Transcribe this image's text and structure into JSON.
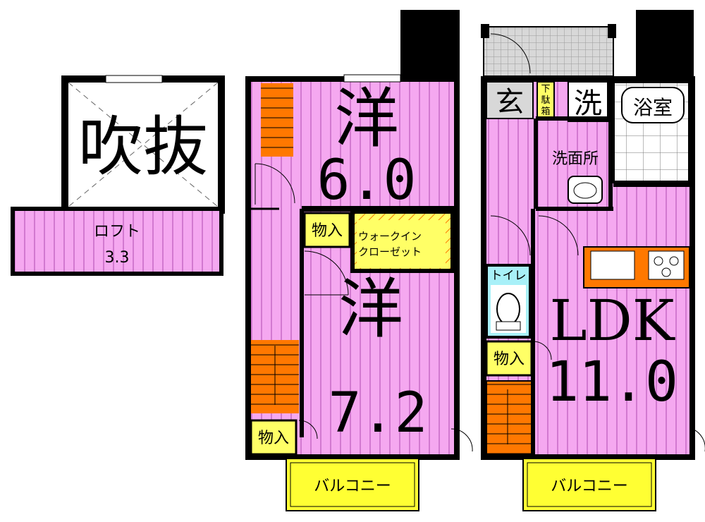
{
  "colors": {
    "room": "#f5a8f0",
    "stripe": "#b04ab0",
    "wall": "#000000",
    "stair": "#ff7800",
    "storage": "#ffff66",
    "balcony": "#ffff33",
    "tile": "#d8d8d8",
    "bath": "#ffffff",
    "counter": "#ff7800"
  },
  "loft": {
    "void_label": "吹抜",
    "loft_label": "ロフト",
    "loft_area": "3.3"
  },
  "floor2": {
    "room1_kanji": "洋",
    "room1_area": "6.0",
    "room2_kanji": "洋",
    "room2_area": "7.2",
    "storage1": "物入",
    "walkin_line1": "ウォークイン",
    "walkin_line2": "クローゼット",
    "storage2": "物入",
    "balcony": "バルコニー"
  },
  "floor1": {
    "entrance": "玄",
    "shoe_box_line1": "下",
    "shoe_box_line2": "駄",
    "shoe_box_line3": "箱",
    "laundry": "洗",
    "bath": "浴室",
    "washroom": "洗面所",
    "toilet": "トイレ",
    "storage": "物入",
    "ldk": "LDK",
    "ldk_area": "11.0",
    "balcony": "バルコニー"
  }
}
